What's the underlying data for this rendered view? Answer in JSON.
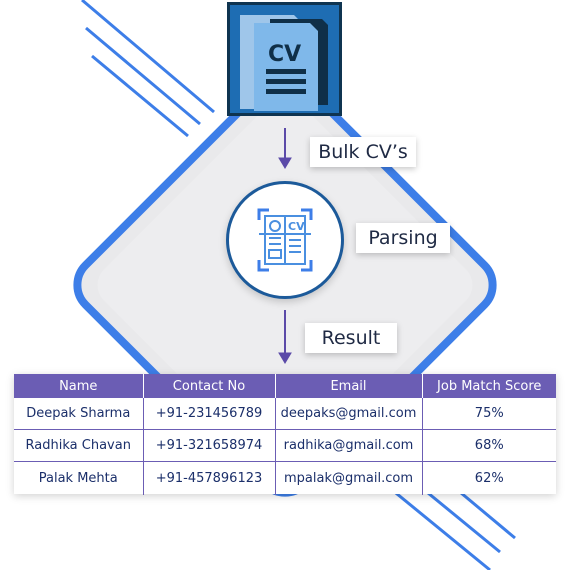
{
  "steps": {
    "bulk_label": "Bulk CV’s",
    "parsing_label": "Parsing",
    "result_label": "Result",
    "cv_card_text": "CV",
    "parse_icon_text": "CV"
  },
  "table": {
    "headers": [
      "Name",
      "Contact No",
      "Email",
      "Job Match Score"
    ],
    "rows": [
      [
        "Deepak Sharma",
        "+91-231456789",
        "deepaks@gmail.com",
        "75%"
      ],
      [
        "Radhika Chavan",
        "+91-321658974",
        "radhika@gmail.com",
        "68%"
      ],
      [
        "Palak Mehta",
        "+91-457896123",
        "mpalak@gmail.com",
        "62%"
      ]
    ]
  },
  "colors": {
    "accent_blue": "#3d7ee8",
    "header_purple": "#6b5db4",
    "arrow_purple": "#5b4aa8",
    "panel_grey": "#ececee"
  },
  "icons": [
    "document-cv-icon",
    "scan-frame-icon",
    "arrow-down-icon"
  ]
}
